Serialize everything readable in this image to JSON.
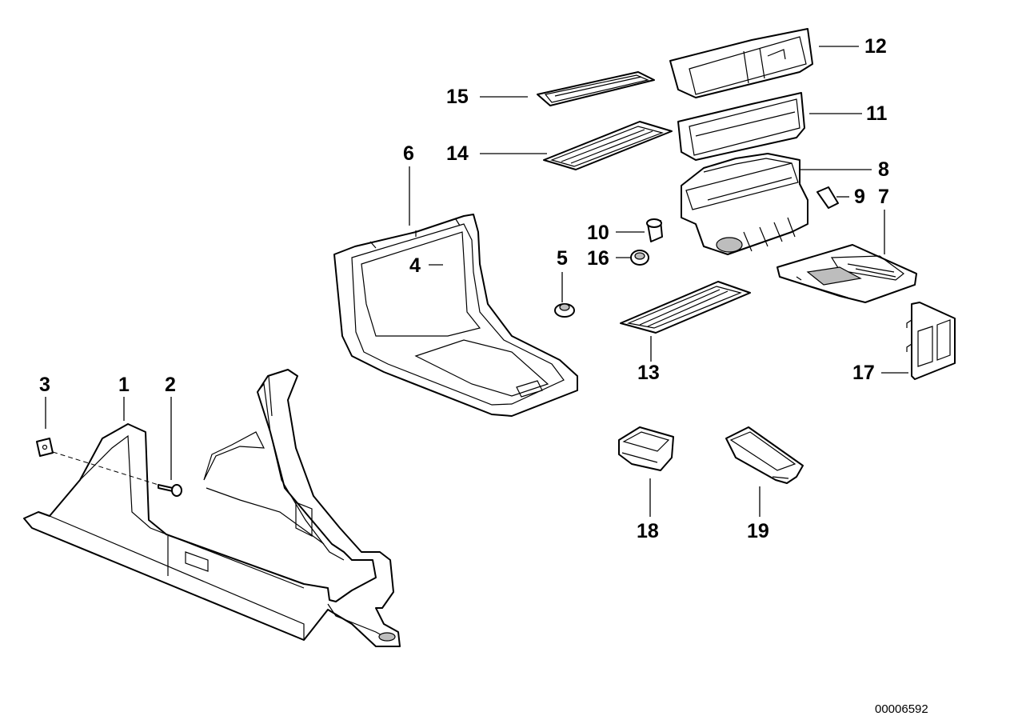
{
  "parts": [
    {
      "id": "part-1",
      "label": "1"
    },
    {
      "id": "part-2",
      "label": "2"
    },
    {
      "id": "part-3",
      "label": "3"
    },
    {
      "id": "part-4",
      "label": "4"
    },
    {
      "id": "part-5",
      "label": "5"
    },
    {
      "id": "part-6",
      "label": "6"
    },
    {
      "id": "part-7",
      "label": "7"
    },
    {
      "id": "part-8",
      "label": "8"
    },
    {
      "id": "part-9",
      "label": "9"
    },
    {
      "id": "part-10",
      "label": "10"
    },
    {
      "id": "part-11",
      "label": "11"
    },
    {
      "id": "part-12",
      "label": "12"
    },
    {
      "id": "part-13",
      "label": "13"
    },
    {
      "id": "part-14",
      "label": "14"
    },
    {
      "id": "part-15",
      "label": "15"
    },
    {
      "id": "part-16",
      "label": "16"
    },
    {
      "id": "part-17",
      "label": "17"
    },
    {
      "id": "part-18",
      "label": "18"
    },
    {
      "id": "part-19",
      "label": "19"
    }
  ],
  "reference_number": "00006592"
}
